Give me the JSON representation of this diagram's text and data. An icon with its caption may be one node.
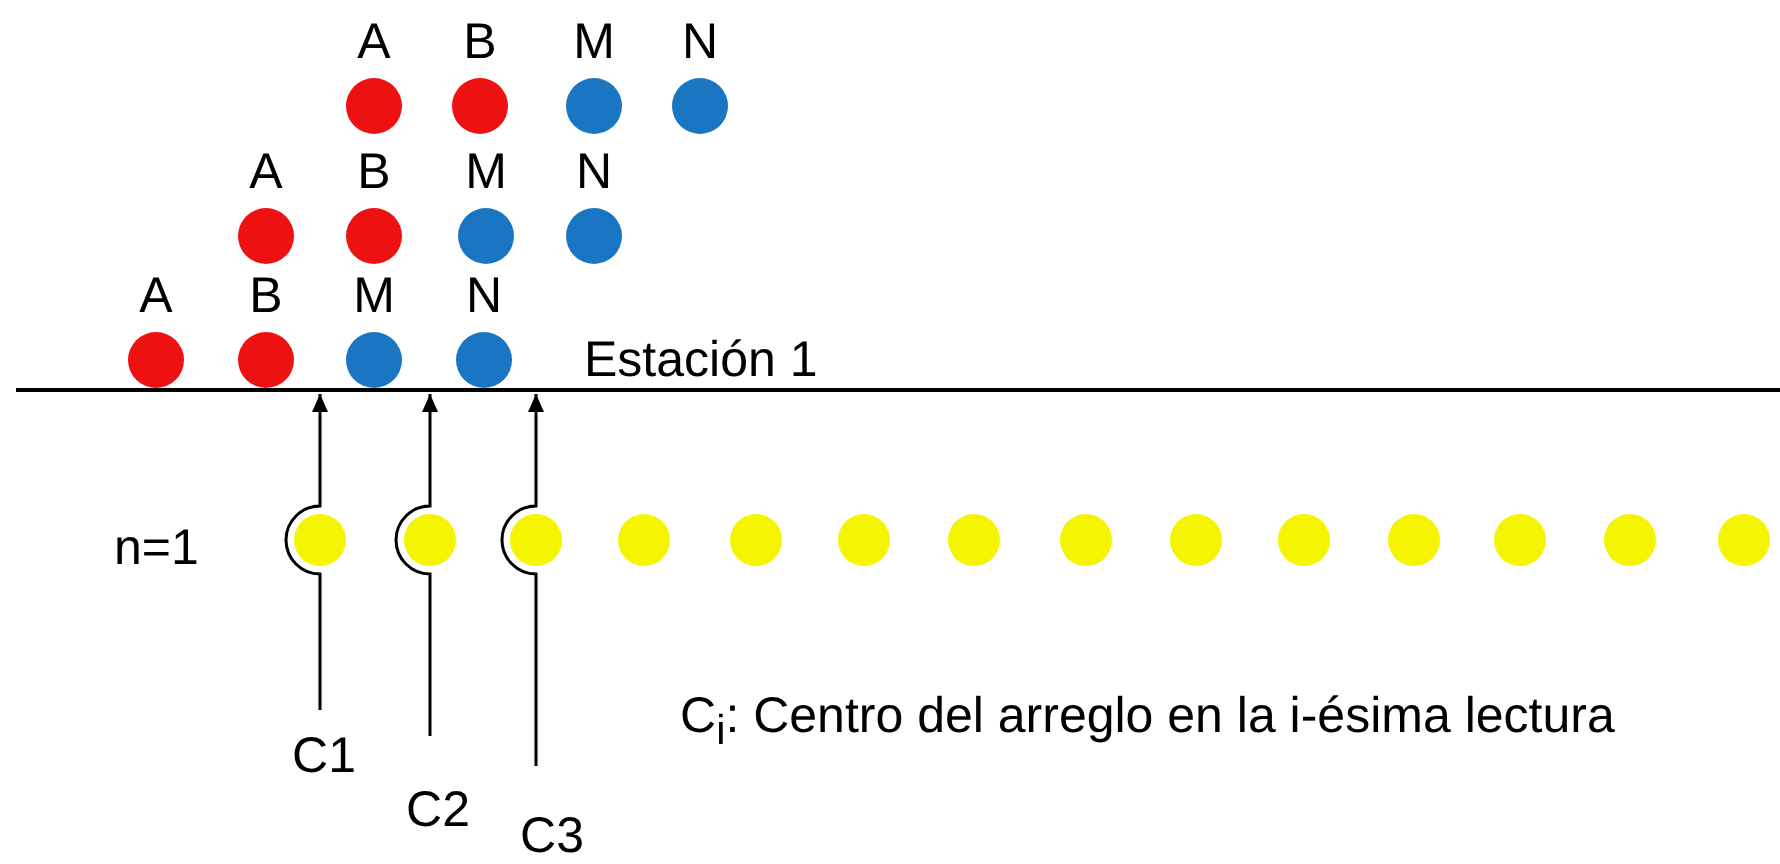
{
  "diagram": {
    "nodes": [
      {
        "text": [
          "A"
        ]
      },
      {
        "text": [
          "B"
        ]
      },
      {
        "text": [
          "M"
        ]
      },
      {
        "text": [
          "N"
        ]
      },
      {
        "text": [
          "A"
        ]
      },
      {
        "text": [
          "B"
        ]
      },
      {
        "text": [
          "M"
        ]
      },
      {
        "text": [
          "N"
        ]
      },
      {
        "text": [
          "A"
        ]
      },
      {
        "text": [
          "B"
        ]
      },
      {
        "text": [
          "M"
        ]
      },
      {
        "text": [
          "N"
        ]
      },
      {
        "text": [],
        "shape": "circle"
      },
      {
        "text": [],
        "shape": "circle"
      },
      {
        "text": [],
        "shape": "circle"
      },
      {
        "text": [],
        "shape": "circle"
      },
      {
        "text": [],
        "shape": "circle"
      },
      {
        "text": [],
        "shape": "circle"
      },
      {
        "text": [],
        "shape": "circle"
      },
      {
        "text": [],
        "shape": "circle"
      },
      {
        "text": [],
        "shape": "circle"
      },
      {
        "text": [],
        "shape": "circle"
      },
      {
        "text": [],
        "shape": "circle"
      },
      {
        "text": [],
        "shape": "circle"
      },
      {
        "text": [],
        "shape": "circle"
      },
      {
        "text": [],
        "shape": "circle"
      },
      {
        "text": [
          "C1"
        ]
      },
      {
        "text": [
          "C2"
        ]
      },
      {
        "text": [
          "C3"
        ]
      },
      {
        "text": [],
        "shape": "bar",
        "beside": [
          "Estación 1"
        ]
      }
    ],
    "edges": [
      {
        "from": 26,
        "to": 29,
        "arrow": "to"
      },
      {
        "from": 27,
        "to": 29,
        "arrow": "to"
      },
      {
        "from": 28,
        "to": 29,
        "arrow": "to"
      }
    ],
    "labels": [
      "n=1",
      "C$_{i}$: Centro del arreglo en la i-ésima lectura"
    ]
  }
}
